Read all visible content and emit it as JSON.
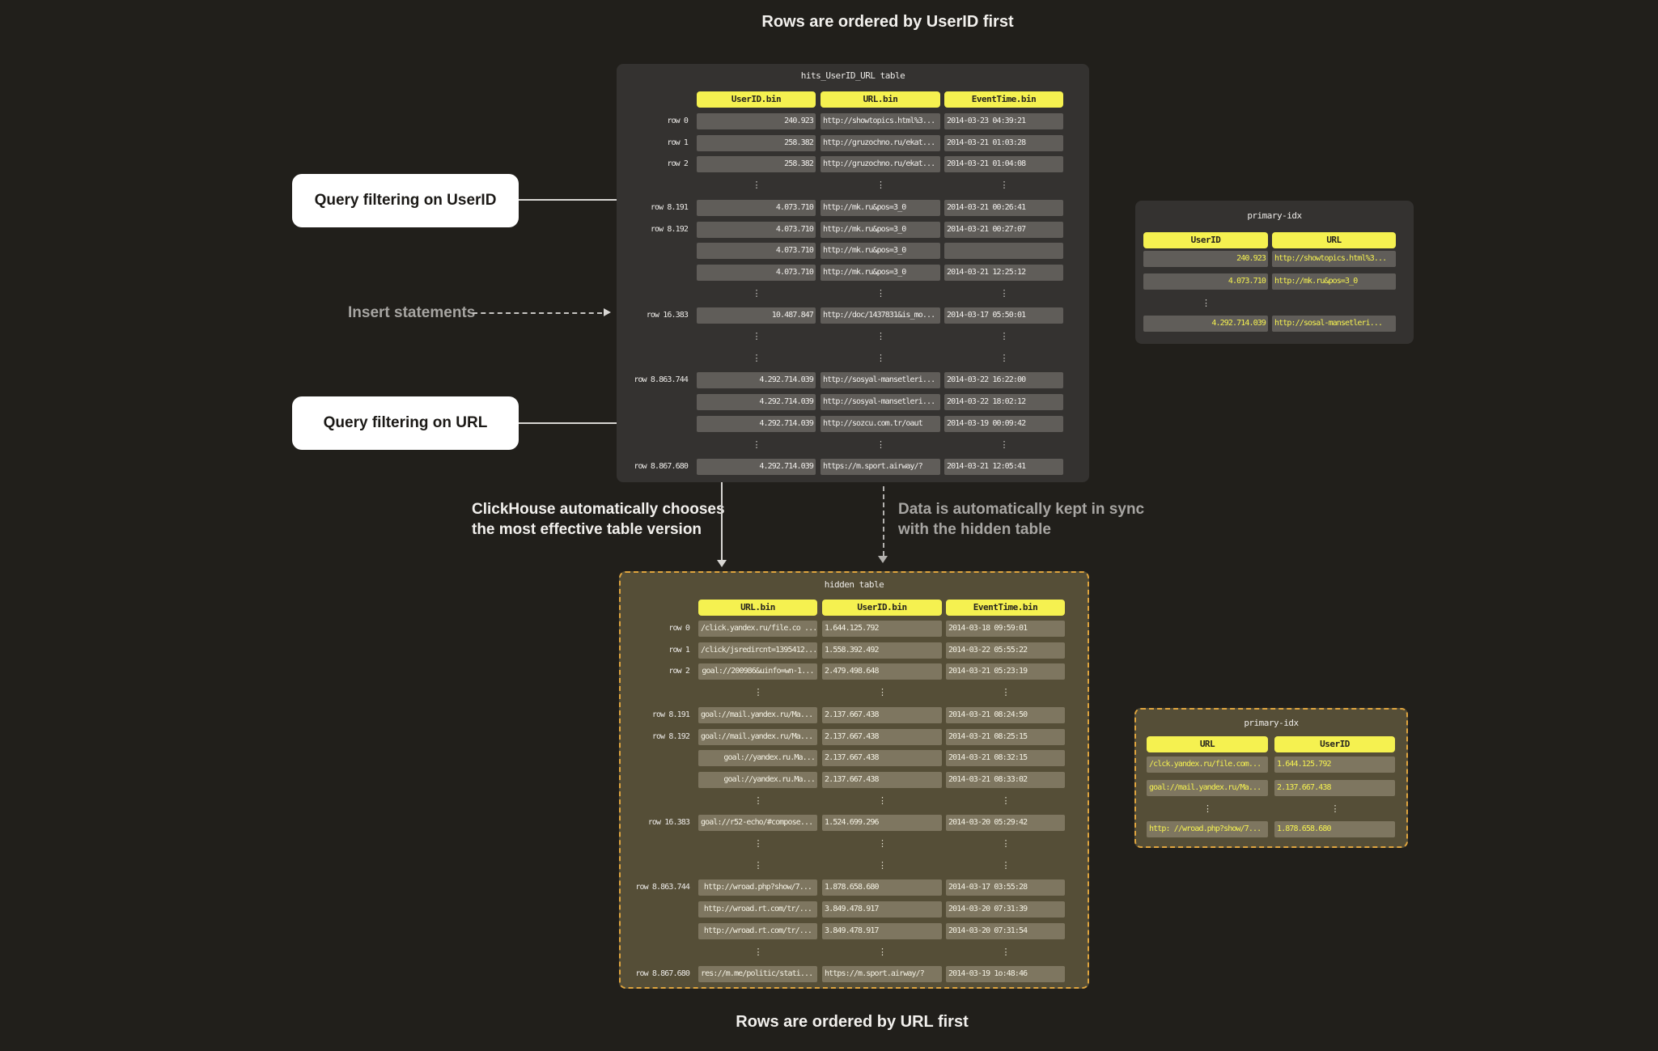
{
  "titles": {
    "top": "Rows are ordered by UserID first",
    "bottom": "Rows are ordered by URL first"
  },
  "annotations": {
    "query_userid": "Query filtering on UserID",
    "insert": "Insert statements",
    "query_url": "Query filtering on URL",
    "chooses": [
      "ClickHouse automatically chooses",
      "the most effective table version"
    ],
    "sync": [
      "Data is automatically kept in sync",
      "with the hidden table"
    ]
  },
  "colors": {
    "page_bg": "#211f1b",
    "panel_bg": "#343230",
    "panel_cell": "#605d59",
    "panel_text": "#f1efec",
    "hidden_bg": "#554e37",
    "hidden_cell": "#7e7660",
    "hidden_text": "#f4f1e3",
    "header_yellow": "#f5f150",
    "idx_value_yellow": "#f5f150",
    "dashed_border": "#dfa43e",
    "dots_light": "#d6d4d0",
    "dots_warm": "#e8e4d4"
  },
  "main_table": {
    "title": "hits_UserID_URL table",
    "columns": [
      "UserID.bin",
      "URL.bin",
      "EventTime.bin"
    ],
    "aligns": [
      "right",
      "left",
      "left"
    ],
    "rows": [
      {
        "label": "row 0",
        "cells": [
          "240.923",
          "http://showtopics.html%3...",
          "2014-03-23 04:39:21"
        ]
      },
      {
        "label": "row 1",
        "cells": [
          "258.382",
          "http://gruzochno.ru/ekat...",
          "2014-03-21 01:03:28"
        ]
      },
      {
        "label": "row 2",
        "cells": [
          "258.382",
          "http://gruzochno.ru/ekat...",
          "2014-03-21 01:04:08"
        ]
      },
      {
        "dots": [
          1,
          1,
          1
        ]
      },
      {
        "label": "row 8.191",
        "cells": [
          "4.073.710",
          "http://mk.ru&pos=3_0",
          "2014-03-21 00:26:41"
        ]
      },
      {
        "label": "row 8.192",
        "cells": [
          "4.073.710",
          "http://mk.ru&pos=3_0",
          "2014-03-21 00:27:07"
        ]
      },
      {
        "label": "",
        "cells": [
          "4.073.710",
          "http://mk.ru&pos=3_0",
          ""
        ]
      },
      {
        "label": "",
        "cells": [
          "4.073.710",
          "http://mk.ru&pos=3_0",
          "2014-03-21 12:25:12"
        ]
      },
      {
        "dots": [
          1,
          1,
          1
        ]
      },
      {
        "label": "row 16.383",
        "cells": [
          "10.487.847",
          "http://doc/1437831&is_mo...",
          "2014-03-17 05:50:01"
        ]
      },
      {
        "dots": [
          1,
          1,
          1
        ]
      },
      {
        "dots": [
          1,
          1,
          1
        ]
      },
      {
        "label": "row 8.863.744",
        "cells": [
          "4.292.714.039",
          "http://sosyal-mansetleri...",
          "2014-03-22 16:22:00"
        ]
      },
      {
        "label": "",
        "cells": [
          "4.292.714.039",
          "http://sosyal-mansetleri...",
          "2014-03-22 18:02:12"
        ]
      },
      {
        "label": "",
        "cells": [
          "4.292.714.039",
          "http://sozcu.com.tr/oaut",
          "2014-03-19 00:09:42"
        ]
      },
      {
        "dots": [
          1,
          1,
          1
        ]
      },
      {
        "label": "row 8.867.680",
        "cells": [
          "4.292.714.039",
          "https://m.sport.airway/?",
          "2014-03-21 12:05:41"
        ]
      }
    ]
  },
  "primary_idx_top": {
    "title": "primary-idx",
    "columns": [
      "UserID",
      "URL"
    ],
    "aligns": [
      "right",
      "left"
    ],
    "rows": [
      {
        "cells": [
          "240.923",
          "http://showtopics.html%3..."
        ]
      },
      {
        "cells": [
          "4.073.710",
          "http://mk.ru&pos=3_0"
        ]
      },
      {
        "dots": [
          1,
          0
        ]
      },
      {
        "cells": [
          "4.292.714.039",
          "http://sosal-mansetleri..."
        ]
      }
    ]
  },
  "hidden_table": {
    "title": "hidden table",
    "columns": [
      "URL.bin",
      "UserID.bin",
      "EventTime.bin"
    ],
    "aligns": [
      "left",
      "left",
      "left"
    ],
    "rows": [
      {
        "label": "row 0",
        "cells": [
          "/click.yandex.ru/file.co ...",
          "1.644.125.792",
          "2014-03-18 09:59:01"
        ]
      },
      {
        "label": "row 1",
        "cells": [
          "/click/jsredircnt=1395412...",
          "1.558.392.492",
          "2014-03-22 05:55:22"
        ]
      },
      {
        "label": "row 2",
        "cells": [
          "goal://200986&uinfo=wn-1...",
          "2.479.498.648",
          "2014-03-21 05:23:19"
        ],
        "aligns": [
          "center",
          "left",
          "left"
        ]
      },
      {
        "dots": [
          1,
          1,
          1
        ]
      },
      {
        "label": "row 8.191",
        "cells": [
          "goal://mail.yandex.ru/Ma...",
          "2.137.667.438",
          "2014-03-21 08:24:50"
        ]
      },
      {
        "label": "row 8.192",
        "cells": [
          "goal://mail.yandex.ru/Ma...",
          "2.137.667.438",
          "2014-03-21 08:25:15"
        ]
      },
      {
        "label": "",
        "cells": [
          "goal://yandex.ru.Ma...",
          "2.137.667.438",
          "2014-03-21 08:32:15"
        ],
        "aligns": [
          "right",
          "left",
          "left"
        ]
      },
      {
        "label": "",
        "cells": [
          "goal://yandex.ru.Ma...",
          "2.137.667.438",
          "2014-03-21 08:33:02"
        ],
        "aligns": [
          "right",
          "left",
          "left"
        ]
      },
      {
        "dots": [
          1,
          1,
          1
        ]
      },
      {
        "label": "row 16.383",
        "cells": [
          "goal://r52-echo/#compose...",
          "1.524.699.296",
          "2014-03-20 05:29:42"
        ]
      },
      {
        "dots": [
          1,
          1,
          1
        ]
      },
      {
        "dots": [
          1,
          1,
          1
        ]
      },
      {
        "label": "row 8.863.744",
        "cells": [
          "http://wroad.php?show/7...",
          "1.878.658.680",
          "2014-03-17 03:55:28"
        ],
        "aligns": [
          "center",
          "left",
          "left"
        ]
      },
      {
        "label": "",
        "cells": [
          "http://wroad.rt.com/tr/...",
          "3.849.478.917",
          "2014-03-20 07:31:39"
        ],
        "aligns": [
          "center",
          "left",
          "left"
        ]
      },
      {
        "label": "",
        "cells": [
          "http://wroad.rt.com/tr/...",
          "3.849.478.917",
          "2014-03-20 07:31:54"
        ],
        "aligns": [
          "center",
          "left",
          "left"
        ]
      },
      {
        "dots": [
          1,
          1,
          1
        ]
      },
      {
        "label": "row 8.867.680",
        "cells": [
          "res://m.me/politic/stati...",
          "https://m.sport.airway/?",
          "2014-03-19 1o:48:46"
        ]
      }
    ]
  },
  "primary_idx_bottom": {
    "title": "primary-idx",
    "columns": [
      "URL",
      "UserID"
    ],
    "aligns": [
      "left",
      "left"
    ],
    "rows": [
      {
        "cells": [
          "/clck.yandex.ru/file.com...",
          "1.644.125.792"
        ]
      },
      {
        "cells": [
          "goal://mail.yandex.ru/Ma...",
          "2.137.667.438"
        ]
      },
      {
        "dots": [
          1,
          1
        ]
      },
      {
        "cells": [
          "http: //wroad.php?show/7...",
          "1.878.658.680"
        ]
      }
    ]
  }
}
